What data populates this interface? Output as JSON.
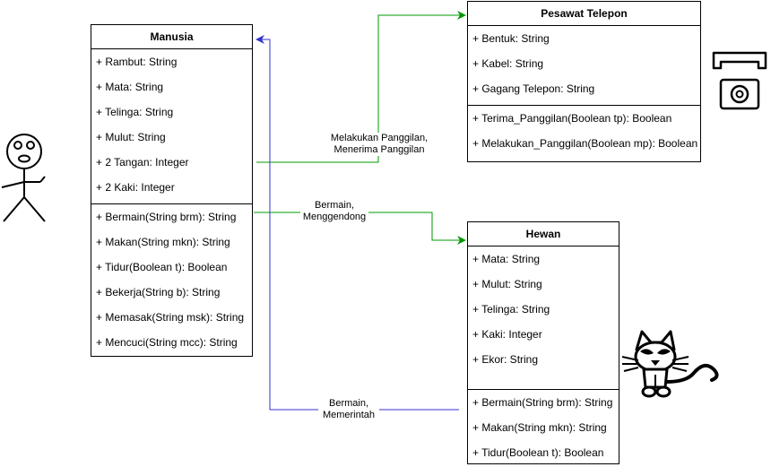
{
  "classes": {
    "manusia": {
      "title": "Manusia",
      "attributes": [
        "+ Rambut: String",
        "+ Mata: String",
        "+ Telinga: String",
        "+ Mulut: String",
        "+ 2 Tangan: Integer",
        "+ 2 Kaki: Integer"
      ],
      "methods": [
        "+ Bermain(String brm): String",
        "+ Makan(String mkn): String",
        "+ Tidur(Boolean t): Boolean",
        "+ Bekerja(String b): String",
        "+ Memasak(String msk): String",
        "+ Mencuci(String mcc): String"
      ]
    },
    "pesawat": {
      "title": "Pesawat Telepon",
      "attributes": [
        "+ Bentuk: String",
        "+ Kabel: String",
        "+ Gagang Telepon: String"
      ],
      "methods": [
        "+ Terima_Panggilan(Boolean tp): Boolean",
        "+ Melakukan_Panggilan(Boolean mp): Boolean"
      ]
    },
    "hewan": {
      "title": "Hewan",
      "attributes": [
        "+ Mata: String",
        "+ Mulut: String",
        "+ Telinga: String",
        "+ Kaki: Integer",
        "+ Ekor: String"
      ],
      "methods": [
        "+ Bermain(String brm): String",
        "+ Makan(String mkn): String",
        "+ Tidur(Boolean t): Boolean"
      ]
    }
  },
  "edges": {
    "telepon": {
      "line1": "Melakukan Panggilan,",
      "line2": "Menerima Panggilan",
      "color": "#009900"
    },
    "hewan": {
      "line1": "Bermain,",
      "line2": "Menggendong",
      "color": "#009900"
    },
    "manusia": {
      "line1": "Bermain,",
      "line2": "Memerintah",
      "color": "#3333cc"
    }
  },
  "icons": [
    "stick-figure-icon",
    "telephone-icon",
    "cat-icon"
  ]
}
